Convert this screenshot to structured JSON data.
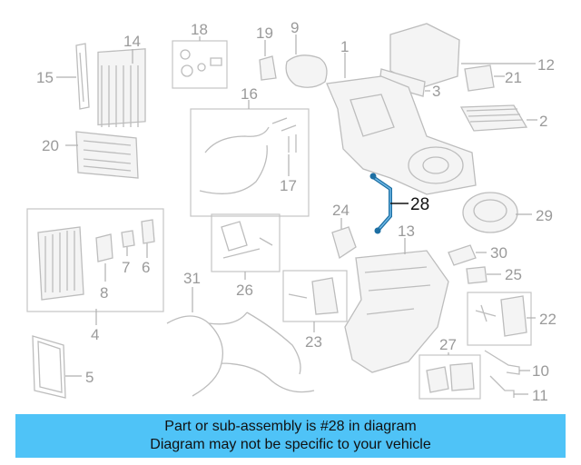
{
  "diagram": {
    "highlighted_part": "28",
    "callouts": [
      "1",
      "2",
      "3",
      "4",
      "5",
      "6",
      "7",
      "8",
      "9",
      "10",
      "11",
      "12",
      "13",
      "14",
      "15",
      "16",
      "17",
      "18",
      "19",
      "20",
      "21",
      "22",
      "23",
      "24",
      "25",
      "26",
      "27",
      "28",
      "29",
      "30",
      "31"
    ]
  },
  "banner": {
    "line1": "Part or sub-assembly is #28 in diagram",
    "line2": "Diagram may not be specific to your vehicle",
    "background": "#4fc3f7"
  },
  "colors": {
    "highlight_part": "#1d6fa3",
    "linework": "#bdbdbd"
  }
}
